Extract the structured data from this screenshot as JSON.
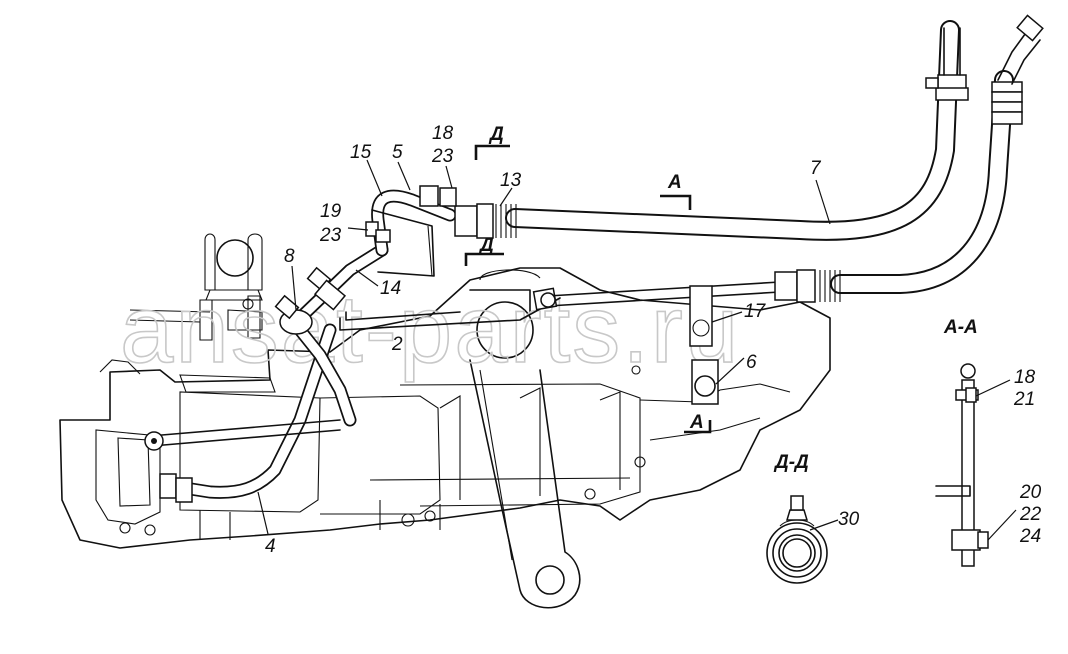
{
  "watermark": "ansat-parts.ru",
  "callouts": {
    "c15": "15",
    "c5": "5",
    "c18a": "18",
    "c23a": "23",
    "c19": "19",
    "c23b": "23",
    "c8": "8",
    "c14": "14",
    "c13": "13",
    "c7": "7",
    "c17": "17",
    "c2": "2",
    "c6": "6",
    "c4": "4",
    "c30": "30",
    "c18b": "18",
    "c21": "21",
    "c20": "20",
    "c22": "22",
    "c24": "24"
  },
  "section_markers": {
    "d_top": "Д",
    "d_mid": "Д",
    "a_top": "А",
    "a_bottom": "А"
  },
  "section_views": {
    "aa_title": "А-А",
    "dd_title": "Д-Д"
  }
}
